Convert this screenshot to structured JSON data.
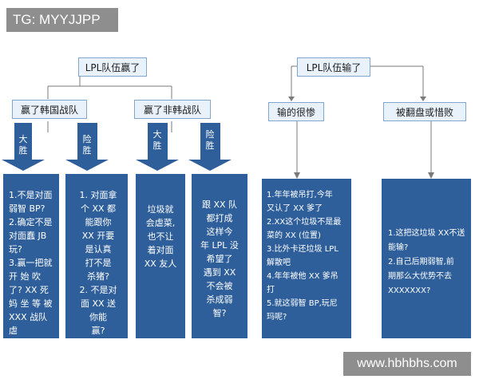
{
  "watermarks": {
    "top": "TG: MYYJJPP",
    "bottom": "www.hbhbhs.com"
  },
  "left": {
    "root": "LPL队伍赢了",
    "branch_a": "赢了韩国战队",
    "branch_b": "赢了非韩战队",
    "arrows": [
      "大\n胜",
      "险\n胜",
      "大\n胜",
      "险\n胜"
    ],
    "boxes": [
      "1.不是对面\n弱智 BP?\n2.确定不是\n对面蠢 JB\n玩?\n3.赢一把就\n开 始 吹\n了? XX 死\n妈 坐 等 被\nXXX 战队虐",
      "1.  对面拿\n个 XX 都\n能跟你\nXX 开要\n是认真\n打不是\n杀猪?\n2.  不是对\n面 XX 送\n你能\n赢?",
      "垃圾就\n会虐菜,\n也不让\n着对面\nXX 友人",
      "跟 XX 队\n都打成\n这样今\n年 LPL 没\n希望了\n遇到 XX\n不会被\n杀成弱\n智?"
    ]
  },
  "right": {
    "root": "LPL队伍输了",
    "branch_a": "输的很惨",
    "branch_b": "被翻盘或惜败",
    "boxes": [
      "1.年年被吊打,今年\n   又认了 XX 爹了\n2.XX这个垃圾不是最\n菜的 XX (位置)\n3.比外卡还垃圾 LPL\n解散吧\n4.年年被他 XX 爹吊\n打\n5.就这弱智 BP,玩尼\n玛呢?",
      "1.这把这垃圾 XX不送\n   能输?\n2.自己后期弱智,前\n期那么大优势不去\nXXXXXXX?"
    ]
  }
}
